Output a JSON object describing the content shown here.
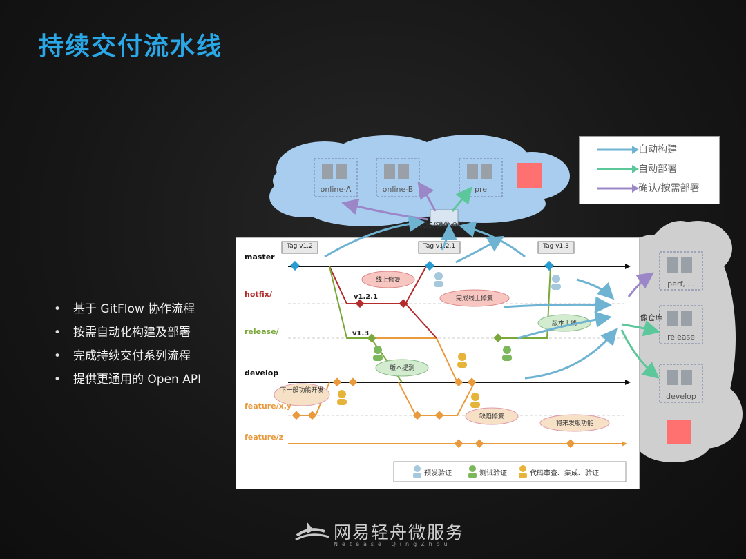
{
  "title": "持续交付流水线",
  "bullets": [
    "基于 GitFlow 协作流程",
    "按需自动化构建及部署",
    "完成持续交付系列流程",
    "提供更通用的 Open API"
  ],
  "legend": [
    {
      "label": "自动构建",
      "color": "#6fb3d2"
    },
    {
      "label": "自动部署",
      "color": "#5cc79a"
    },
    {
      "label": "确认/按需部署",
      "color": "#9b87c7"
    }
  ],
  "cloud_top": {
    "nodes": [
      "online-A",
      "online-B",
      "pre"
    ],
    "repo": "NOS/镜像仓库"
  },
  "cloud_right": {
    "nodes": [
      "perf, ...",
      "release",
      "develop"
    ],
    "repo": "NOS/镜像仓库"
  },
  "branches": [
    "master",
    "hotfix/",
    "release/",
    "develop",
    "feature/x,y",
    "feature/z"
  ],
  "tags": [
    "Tag v1.2",
    "Tag v1.2.1",
    "Tag v1.3"
  ],
  "versions": [
    "v1.2.1",
    "v1.3"
  ],
  "callouts": [
    "线上修复",
    "完成线上修复",
    "版本上线",
    "版本提测",
    "下一般功能开发",
    "缺陷修复",
    "将来发版功能"
  ],
  "panel_legend": [
    "预发验证",
    "测试验证",
    "代码审查、集成、验证"
  ],
  "logo": {
    "name": "网易轻舟微服务",
    "sub": "Netease QingZhou"
  },
  "colors": {
    "title": "#2aa7e6",
    "build": "#6fb3d2",
    "deploy": "#5cc79a",
    "confirm": "#9b87c7",
    "master": "#2a9bd1",
    "hotfix": "#b42b2b",
    "release": "#7aa83a",
    "feature": "#e89a3c"
  }
}
